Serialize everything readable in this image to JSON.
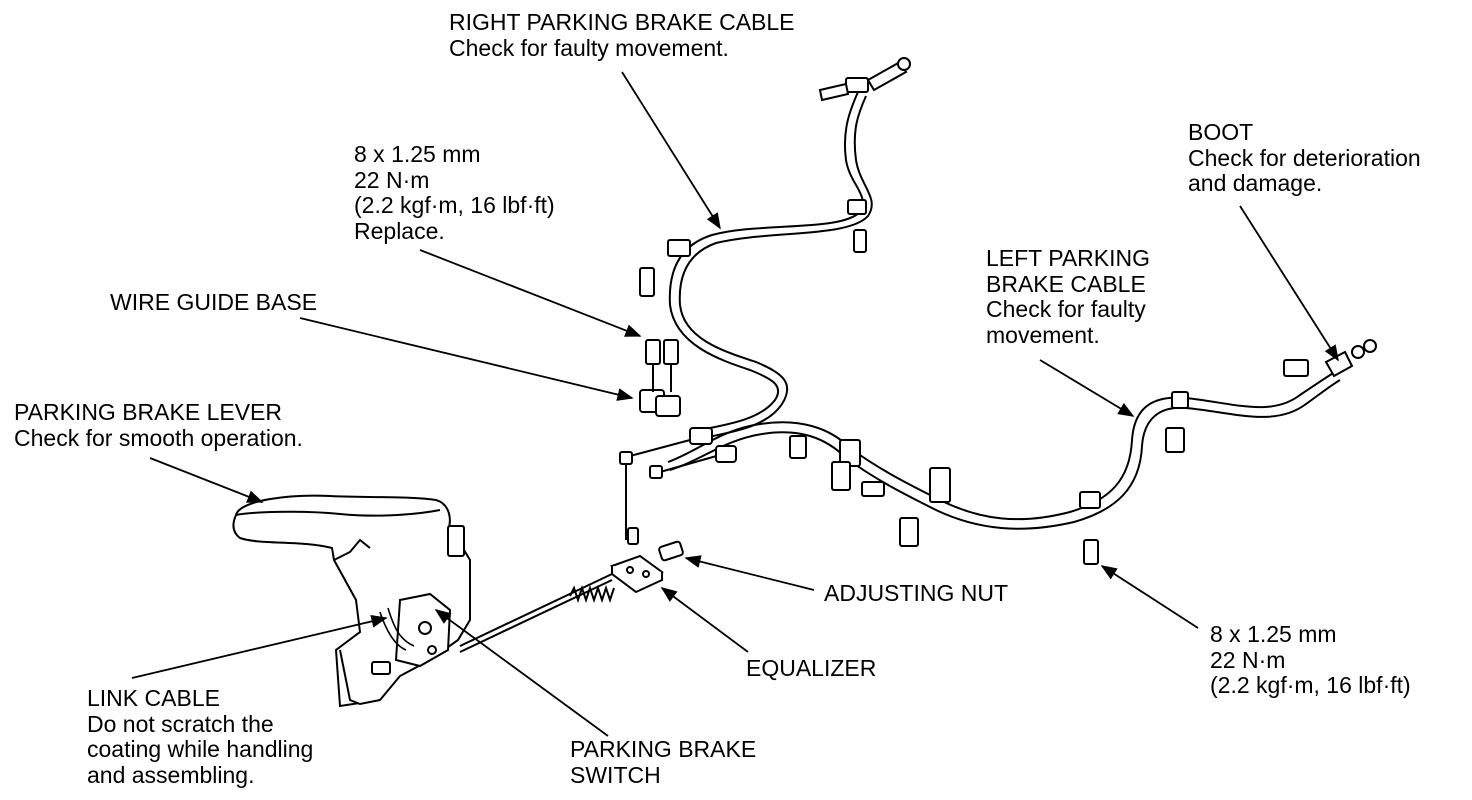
{
  "labels": {
    "right_cable": {
      "line1": "RIGHT PARKING BRAKE CABLE",
      "line2": "Check for faulty movement."
    },
    "bolt_upper": {
      "line1": "8 x 1.25 mm",
      "line2": "22 N·m",
      "line3": "(2.2 kgf·m, 16 lbf·ft)",
      "line4": "Replace."
    },
    "wire_guide_base": {
      "line1": "WIRE GUIDE BASE"
    },
    "lever": {
      "line1": "PARKING BRAKE LEVER",
      "line2": "Check for smooth operation."
    },
    "boot": {
      "line1": "BOOT",
      "line2": "Check for deterioration",
      "line3": "and damage."
    },
    "left_cable": {
      "line1": "LEFT PARKING",
      "line2": "BRAKE CABLE",
      "line3": "Check for faulty",
      "line4": "movement."
    },
    "adjusting_nut": {
      "line1": "ADJUSTING NUT"
    },
    "equalizer": {
      "line1": "EQUALIZER"
    },
    "bolt_lower": {
      "line1": "8 x 1.25 mm",
      "line2": "22 N·m",
      "line3": "(2.2 kgf·m, 16 lbf·ft)"
    },
    "link_cable": {
      "line1": "LINK CABLE",
      "line2": "Do not scratch the",
      "line3": "coating while handling",
      "line4": "and assembling."
    },
    "switch": {
      "line1": "PARKING BRAKE",
      "line2": "SWITCH"
    }
  }
}
